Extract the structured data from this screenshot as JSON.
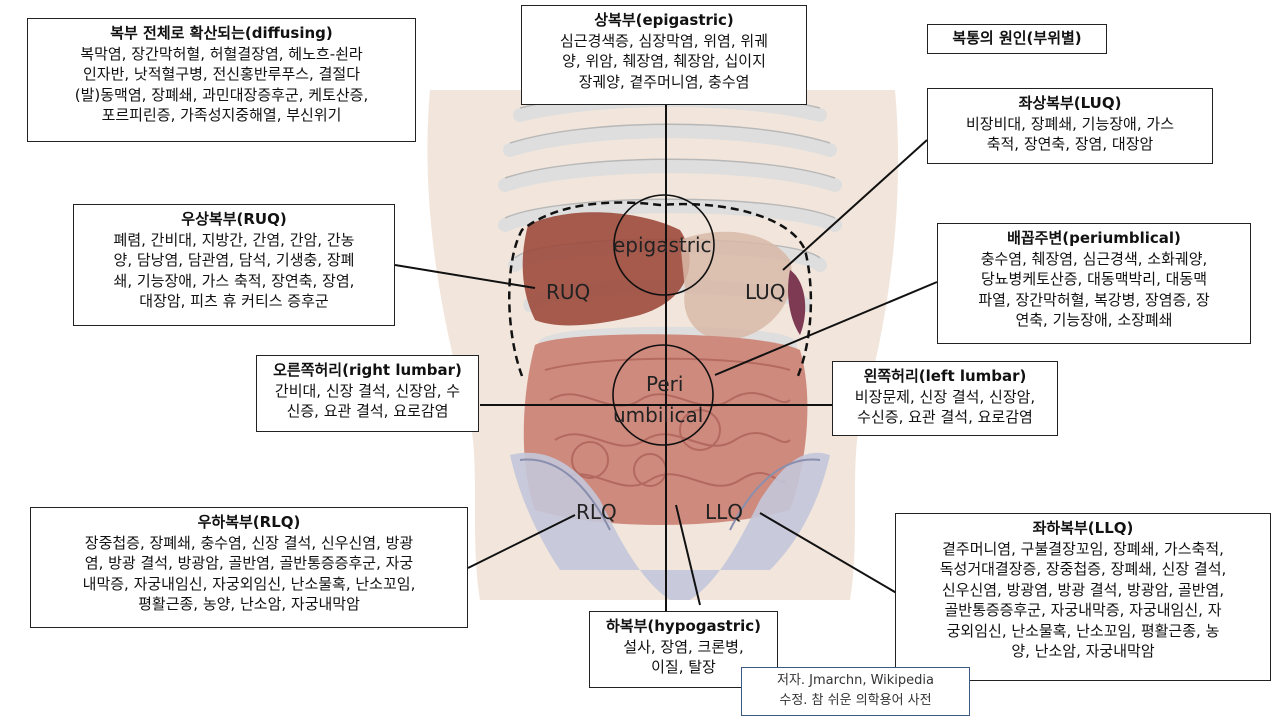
{
  "title": "복통의 원인(부위별)",
  "regions": {
    "diffusing": {
      "heading": "복부 전체로 확산되는(diffusing)",
      "text": "복막염, 장간막허혈, 허혈결장염, 헤노흐-쇤라\n인자반, 낫적혈구병, 전신홍반루푸스, 결절다\n(발)동맥염, 장폐쇄, 과민대장증후군, 케토산증,\n포르피린증, 가족성지중해열, 부신위기"
    },
    "epigastric": {
      "heading": "상복부(epigastric)",
      "text": "심근경색증, 심장막염, 위염, 위궤\n양, 위암, 췌장염, 췌장암, 십이지\n장궤양, 곁주머니염, 충수염"
    },
    "luq": {
      "heading": "좌상복부(LUQ)",
      "text": "비장비대, 장폐쇄, 기능장애, 가스\n축적, 장연축, 장염, 대장암"
    },
    "ruq": {
      "heading": "우상복부(RUQ)",
      "text": "폐렴, 간비대, 지방간, 간염, 간암, 간농\n양, 담낭염, 담관염, 담석, 기생충, 장폐\n쇄, 기능장애, 가스 축적, 장연축, 장염,\n대장암, 피츠 휴 커티스 증후군"
    },
    "periumbilical": {
      "heading": "배꼽주변(periumblical)",
      "text": "충수염, 췌장염, 심근경색, 소화궤양,\n당뇨병케토산증, 대동맥박리, 대동맥\n파열, 장간막허혈, 복강병, 장염증, 장\n연축, 기능장애, 소장폐쇄"
    },
    "right_lumbar": {
      "heading": "오른쪽허리(right lumbar)",
      "text": "간비대, 신장 결석, 신장암, 수\n신증, 요관 결석, 요로감염"
    },
    "left_lumbar": {
      "heading": "왼쪽허리(left lumbar)",
      "text": "비장문제, 신장 결석, 신장암,\n수신증, 요관 결석, 요로감염"
    },
    "rlq": {
      "heading": "우하복부(RLQ)",
      "text": "장중첩증, 장폐쇄, 충수염, 신장 결석, 신우신염, 방광\n염, 방광 결석, 방광암, 골반염, 골반통증증후군, 자궁\n내막증, 자궁내임신, 자궁외임신, 난소물혹, 난소꼬임,\n평활근종, 농양, 난소암, 자궁내막암"
    },
    "llq": {
      "heading": "좌하복부(LLQ)",
      "text": "곁주머니염, 구불결장꼬임, 장폐쇄, 가스축적,\n독성거대결장증, 장중첩증, 장폐쇄, 신장 결석,\n신우신염, 방광염, 방광 결석, 방광암, 골반염,\n골반통증증후군, 자궁내막증, 자궁내임신, 자\n궁외임신, 난소물혹, 난소꼬임, 평활근종, 농\n양, 난소암, 자궁내막암"
    },
    "hypogastric": {
      "heading": "하복부(hypogastric)",
      "text": "설사, 장염, 크론병,\n이질, 탈장"
    }
  },
  "diagram_labels": {
    "epigastric": "epigastric",
    "ruq": "RUQ",
    "luq": "LUQ",
    "peri_line1": "Peri",
    "peri_line2": "umbilical",
    "rlq": "RLQ",
    "llq": "LLQ"
  },
  "credit": {
    "line1": "저자. Jmarchn, Wikipedia",
    "line2": "수정. 참 쉬운 의학용어 사전"
  },
  "colors": {
    "rib": "#e9e9e9",
    "skin": "#f0e3d8",
    "liver": "#9c4a3c",
    "intestine": "#c97e73",
    "pelvis": "#bfc3d8"
  }
}
